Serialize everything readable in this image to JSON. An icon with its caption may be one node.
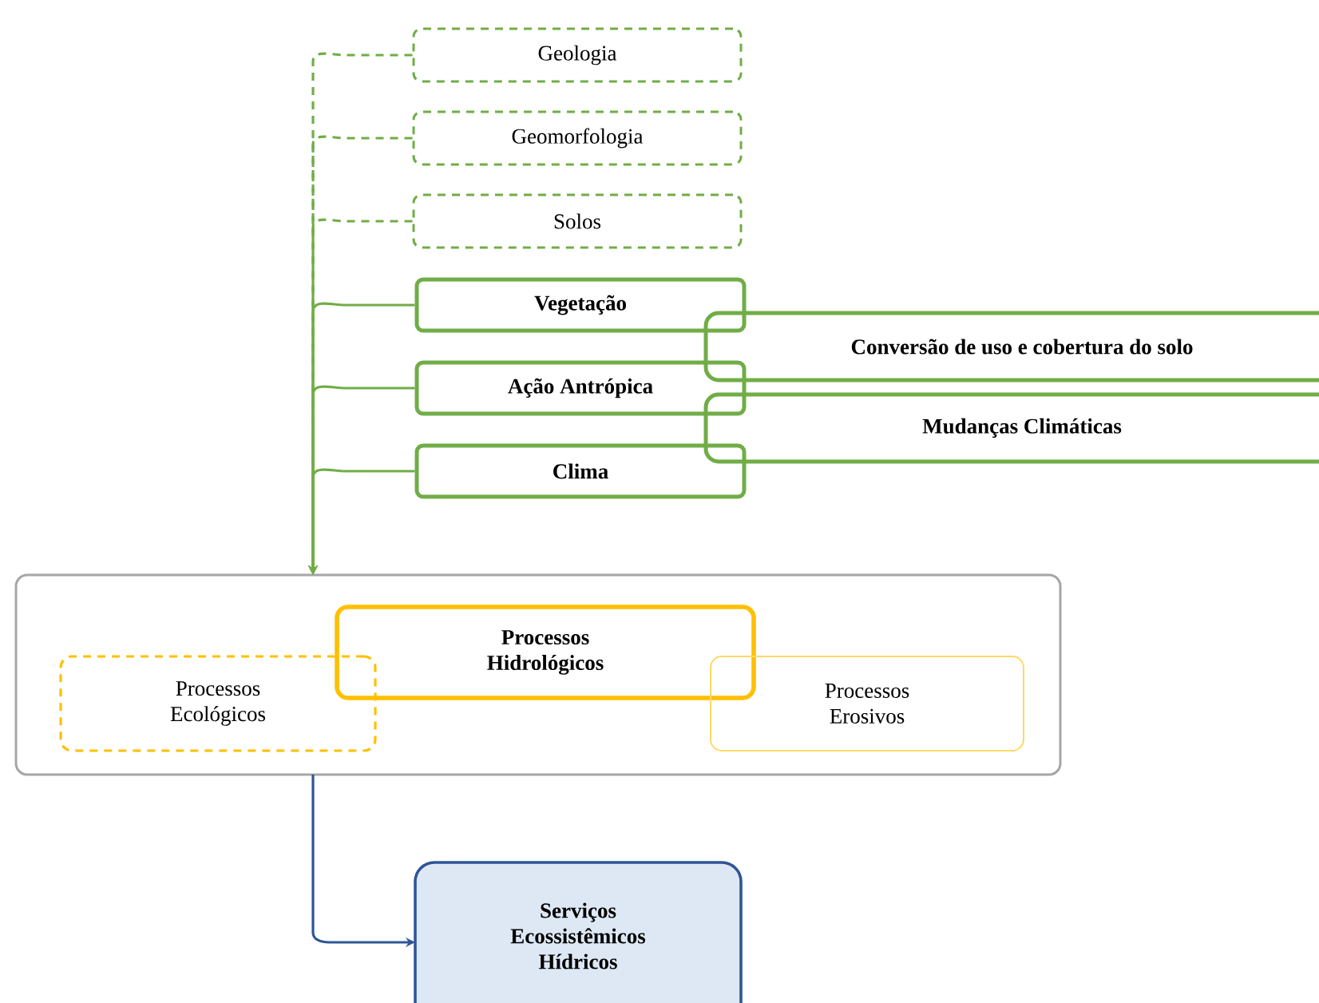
{
  "diagram": {
    "nodes": [
      {
        "text": [
          "Geologia"
        ]
      },
      {
        "text": [
          "Geomorfologia"
        ]
      },
      {
        "text": [
          "Solos"
        ]
      },
      {
        "text": [
          "Vegetação"
        ]
      },
      {
        "text": [
          "Ação Antrópica"
        ]
      },
      {
        "text": [
          "Clima"
        ]
      },
      {
        "text": [
          "Conversão de uso e cobertura do solo"
        ]
      },
      {
        "text": [
          "Mudanças Climáticas"
        ]
      },
      {
        "text": [],
        "shape": "box"
      },
      {
        "text": [
          "Processos Hidrológicos"
        ],
        "in": 8
      },
      {
        "text": [
          "Processos Ecológicos"
        ],
        "in": 8
      },
      {
        "text": [
          "Processos Erosivos"
        ],
        "in": 8
      },
      {
        "text": [
          "Serviços Ecossistêmicos Hídricos"
        ]
      }
    ],
    "edges": [
      {
        "from": 0,
        "to": 8,
        "arrow": "to",
        "style": "dashed"
      },
      {
        "from": 1,
        "to": 8,
        "arrow": "to",
        "style": "dashed"
      },
      {
        "from": 2,
        "to": 8,
        "arrow": "to",
        "style": "dashed"
      },
      {
        "from": 3,
        "to": 8,
        "arrow": "to"
      },
      {
        "from": 4,
        "to": 8,
        "arrow": "to"
      },
      {
        "from": 5,
        "to": 8,
        "arrow": "to"
      },
      {
        "from": 8,
        "to": 12,
        "arrow": "to",
        "color": "#2f5597"
      }
    ]
  }
}
